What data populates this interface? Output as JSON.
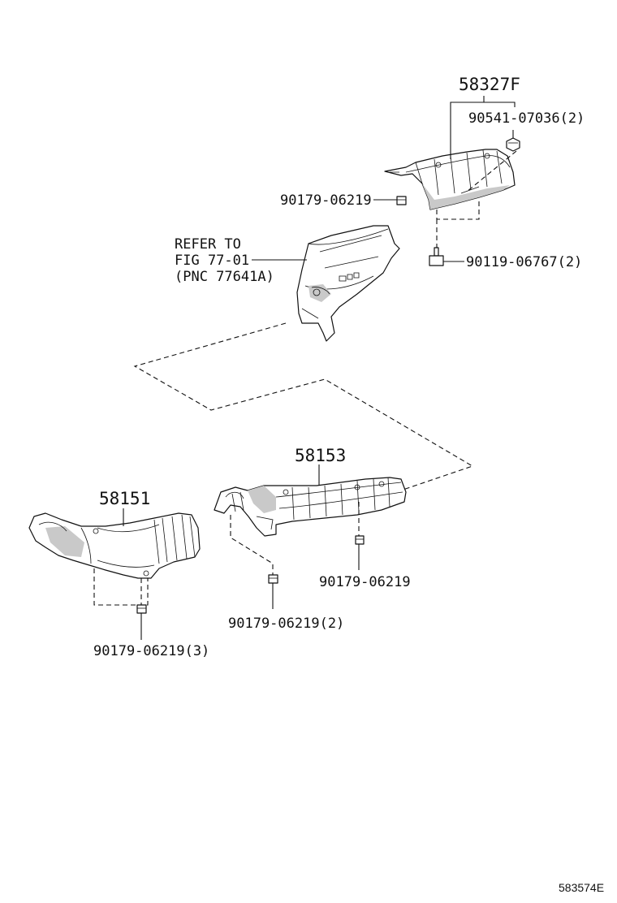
{
  "labels": {
    "p58327F": "58327F",
    "p90541": "90541-07036(2)",
    "p90179_top": "90179-06219",
    "refer_line1": "REFER TO",
    "refer_line2": "FIG 77-01",
    "refer_line3": "(PNC 77641A)",
    "p90119": "90119-06767(2)",
    "p58153": "58153",
    "p58151": "58151",
    "p90179_mid": "90179-06219",
    "p90179_2": "90179-06219(2)",
    "p90179_3": "90179-06219(3)"
  },
  "figure_id": "583574E"
}
